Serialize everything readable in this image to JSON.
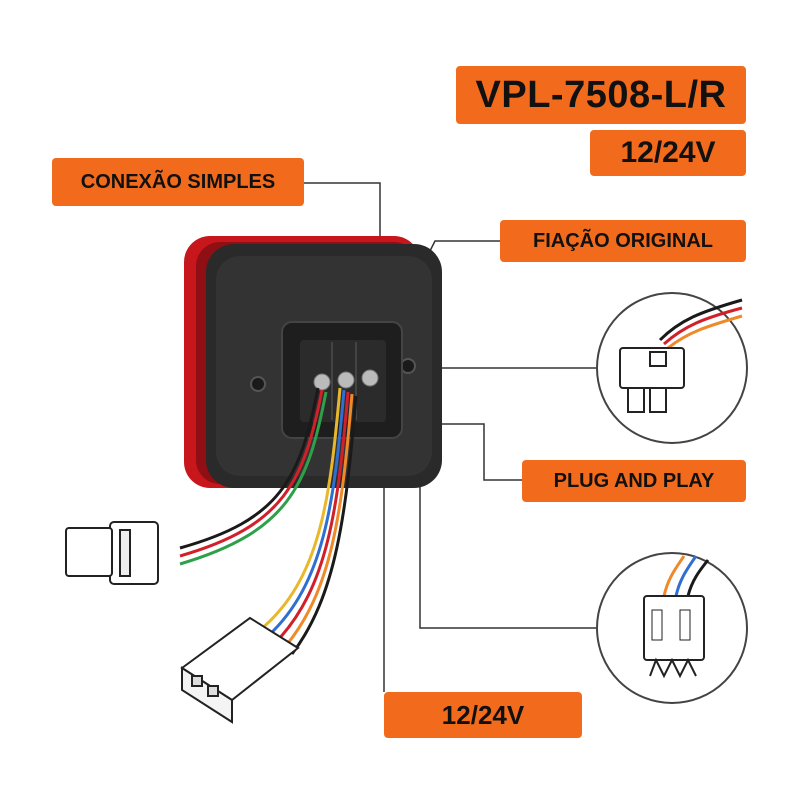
{
  "labels": {
    "model": "VPL-7508-L/R",
    "voltage_top": "12/24V",
    "conexao": "CONEXÃO SIMPLES",
    "fiacao": "FIAÇÃO ORIGINAL",
    "plug": "PLUG AND PLAY",
    "voltage_bottom": "12/24V"
  },
  "colors": {
    "accent": "#f26a1b",
    "lamp_body": "#2a2a2a",
    "lens_red": "#c8161d",
    "wire_red": "#d0202a",
    "wire_blue": "#2f6fd0",
    "wire_yellow": "#e9b82a",
    "wire_green": "#2fa04a",
    "wire_orange": "#ee8a2a",
    "wire_black": "#1a1a1a"
  },
  "icons": {
    "female_connector": "two-pin-socket-icon",
    "male_connector": "three-pin-plug-icon"
  }
}
